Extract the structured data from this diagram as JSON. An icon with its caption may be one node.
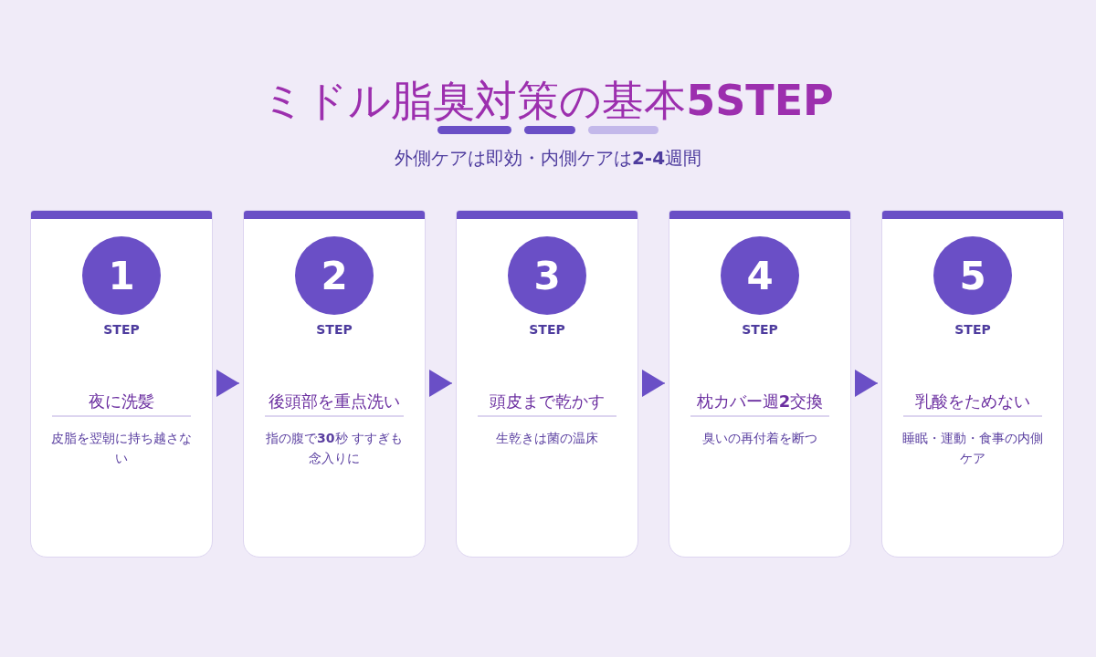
{
  "diagram": {
    "title": "ミドル脂臭対策の基本**5STEP**",
    "nodes": [
      {
        "text": [
          "1",
          "STEP",
          "夜に洗髪",
          "皮脂を翌朝に持ち越さない"
        ]
      },
      {
        "text": [
          "2",
          "STEP",
          "後頭部を重点洗い",
          "指の腹で**30**秒 すすぎも念入りに"
        ]
      },
      {
        "text": [
          "3",
          "STEP",
          "頭皮まで乾かす",
          "生乾きは菌の温床"
        ]
      },
      {
        "text": [
          "4",
          "STEP",
          "枕カバー週**2**交換",
          "臭いの再付着を断つ"
        ]
      },
      {
        "text": [
          "5",
          "STEP",
          "乳酸をためない",
          "睡眠・運動・食事の内側ケア"
        ]
      }
    ],
    "edges": [
      {
        "from": 0,
        "to": 1,
        "arrow": "to"
      },
      {
        "from": 1,
        "to": 2,
        "arrow": "to"
      },
      {
        "from": 2,
        "to": 3,
        "arrow": "to"
      },
      {
        "from": 3,
        "to": 4,
        "arrow": "to"
      }
    ],
    "labels": [
      "外側ケアは即効・内側ケアは**2-4**週間"
    ]
  }
}
